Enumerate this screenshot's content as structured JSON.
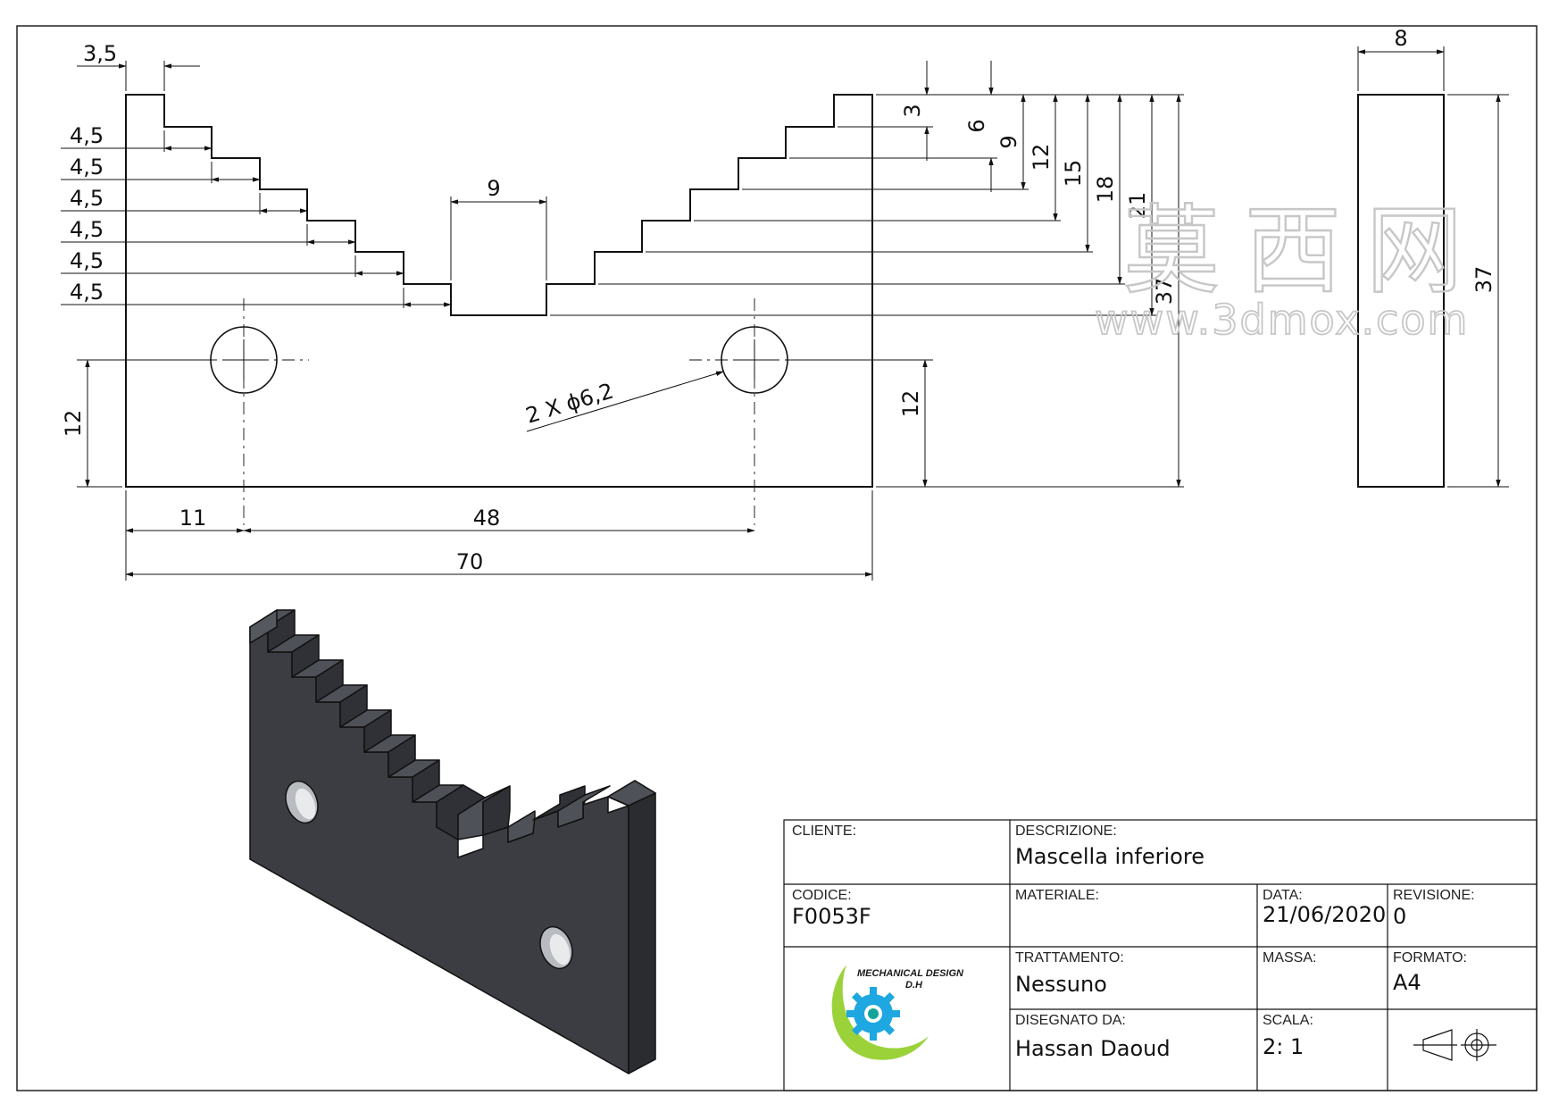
{
  "front_view": {
    "dims": {
      "step_width": "3,5",
      "stair_steps": [
        "4,5",
        "4,5",
        "4,5",
        "4,5",
        "4,5",
        "4,5"
      ],
      "slot_width": "9",
      "heights_right": [
        "3",
        "6",
        "9",
        "12",
        "15",
        "18",
        "21",
        "37"
      ],
      "hole_height_left": "12",
      "hole_height_right": "12",
      "hole_note": "2 X ϕ6,2",
      "hole_offset": "11",
      "hole_spacing": "48",
      "overall_length": "70"
    }
  },
  "side_view": {
    "dims": {
      "width": "8",
      "height": "37"
    }
  },
  "watermark": {
    "chinese": "莫西网",
    "url": "www.3dmox.com"
  },
  "title_block": {
    "cliente_label": "CLIENTE:",
    "descrizione_label": "DESCRIZIONE:",
    "descrizione_value": "Mascella inferiore",
    "codice_label": "CODICE:",
    "codice_value": "F0053F",
    "materiale_label": "MATERIALE:",
    "data_label": "DATA:",
    "data_value": "21/06/2020",
    "revisione_label": "REVISIONE:",
    "revisione_value": "0",
    "trattamento_label": "TRATTAMENTO:",
    "trattamento_value": "Nessuno",
    "massa_label": "MASSA:",
    "formato_label": "FORMATO:",
    "formato_value": "A4",
    "disegnato_label": "DISEGNATO DA:",
    "disegnato_value": "Hassan Daoud",
    "scala_label": "SCALA:",
    "scala_value": "2: 1",
    "logo_line1": "MECHANICAL DESIGN",
    "logo_line2": "D.H",
    "colors": {
      "logo_green": "#9bd23a",
      "logo_blue": "#1ea7e0",
      "part_dark": "#3b3d42"
    }
  }
}
